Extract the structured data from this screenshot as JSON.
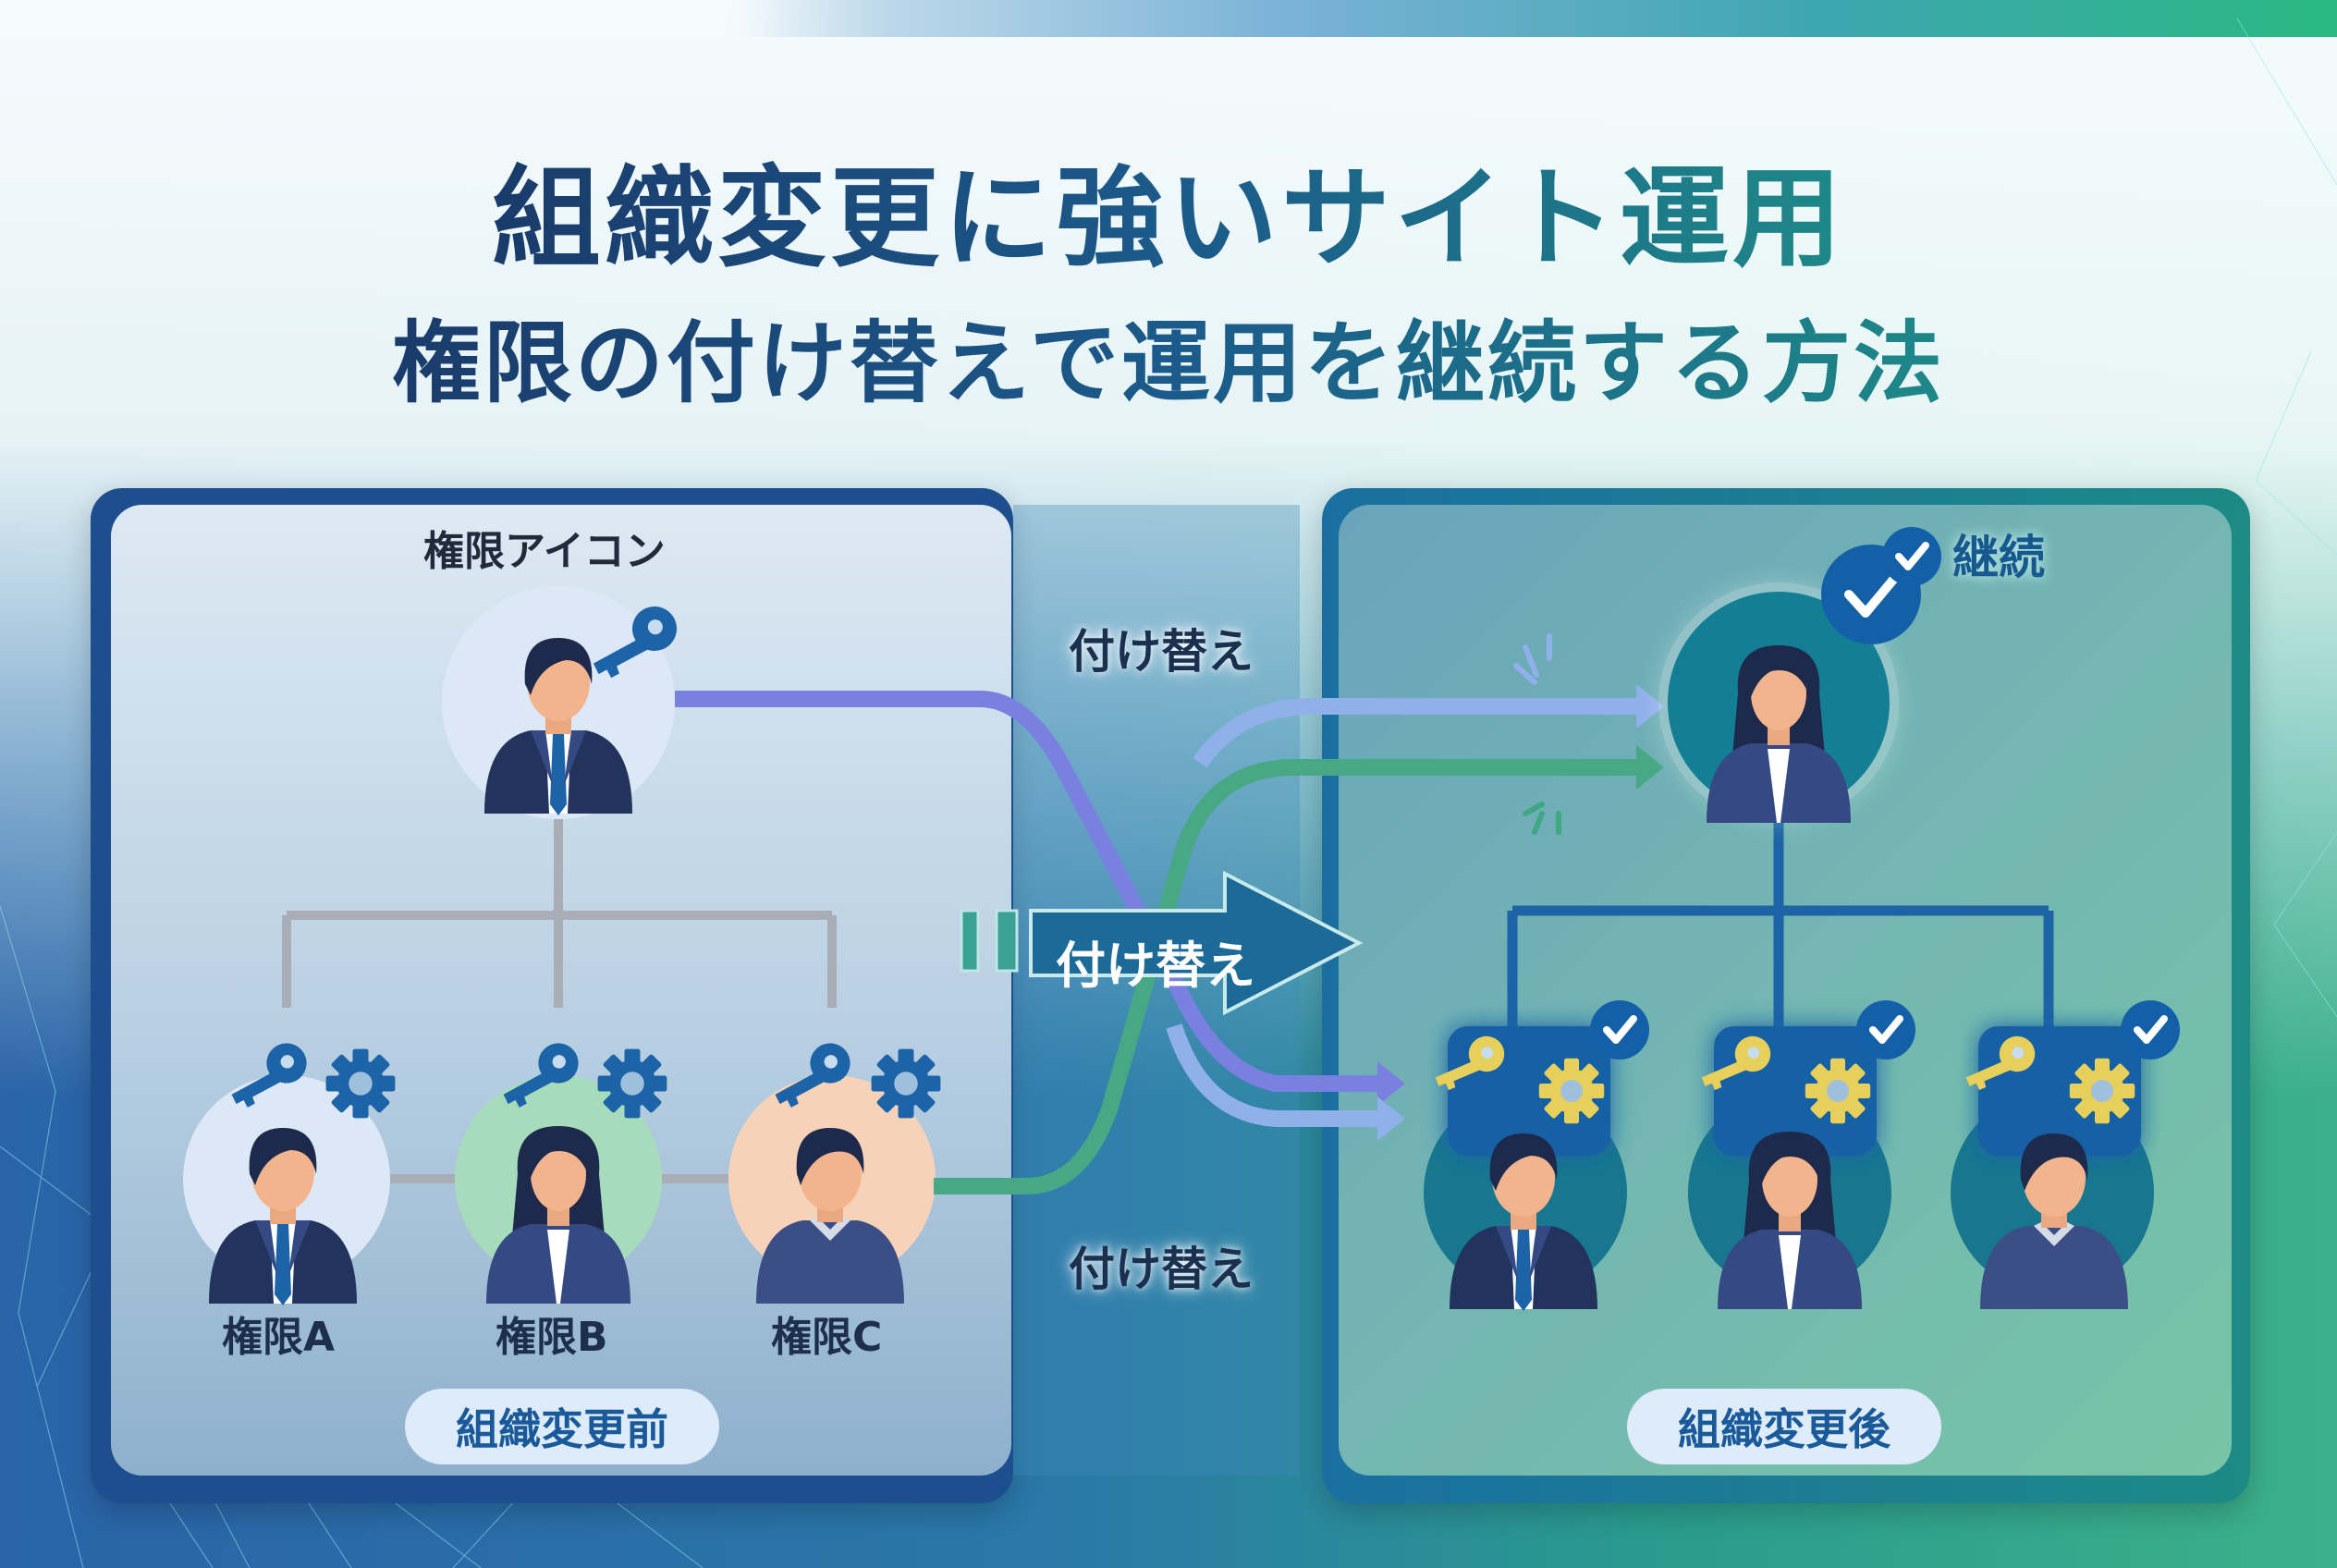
{
  "title": {
    "main": "組織変更に強いサイト運用",
    "sub": "権限の付け替えで運用を継続する方法"
  },
  "colors": {
    "navy": "#1a3a6a",
    "teal": "#1e8a88",
    "purple_line": "#7a80e0",
    "light_blue_line": "#90b0ea",
    "green_line": "#46a884",
    "key_blue": "#1b60a8",
    "gold": "#e6cf5a"
  },
  "left_panel": {
    "heading": "権限アイコン",
    "top_person_icon": "person-with-key",
    "members": [
      {
        "label": "権限A",
        "avatar": "man-suit-tie",
        "bg": "#dce8f6"
      },
      {
        "label": "権限B",
        "avatar": "woman-suit",
        "bg": "#a6dcbc"
      },
      {
        "label": "権限C",
        "avatar": "man-sweater",
        "bg": "#f6d2b8"
      }
    ],
    "footer": "組織変更前"
  },
  "middle": {
    "top_label": "付け替え",
    "center_arrow_label": "付け替え",
    "bottom_label": "付け替え"
  },
  "right_panel": {
    "status_label": "継続",
    "top_person_icon": "person-verified",
    "members": [
      {
        "avatar": "man-suit-tie",
        "badge": "key-gear-verified"
      },
      {
        "avatar": "woman-suit",
        "badge": "key-gear-verified"
      },
      {
        "avatar": "man-sweater",
        "badge": "key-gear-verified"
      }
    ],
    "footer": "組織変更後"
  }
}
